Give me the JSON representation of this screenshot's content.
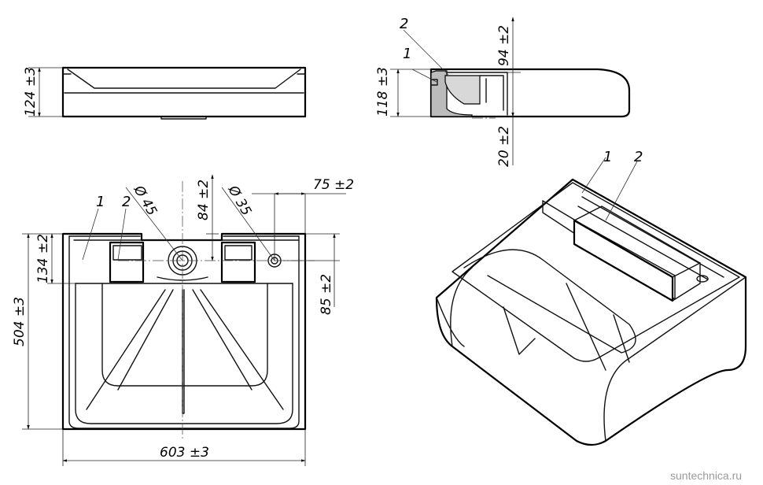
{
  "dimensions": {
    "front_height": "124 ±3",
    "side_height": "118 ±3",
    "side_top": "94 ±2",
    "side_bottom": "20 ±2",
    "width": "603 ±3",
    "depth": "504 ±3",
    "shelf_depth": "134 ±2",
    "tap_offset_y": "84 ±2",
    "hole_offset_x": "75 ±2",
    "hole_offset_y": "85 ±2",
    "tap_hole_diameter": "Ø 45",
    "overflow_hole_diameter": "Ø 35"
  },
  "part_labels": {
    "part1": "1",
    "part2": "2"
  },
  "watermark": "suntechnica.ru"
}
